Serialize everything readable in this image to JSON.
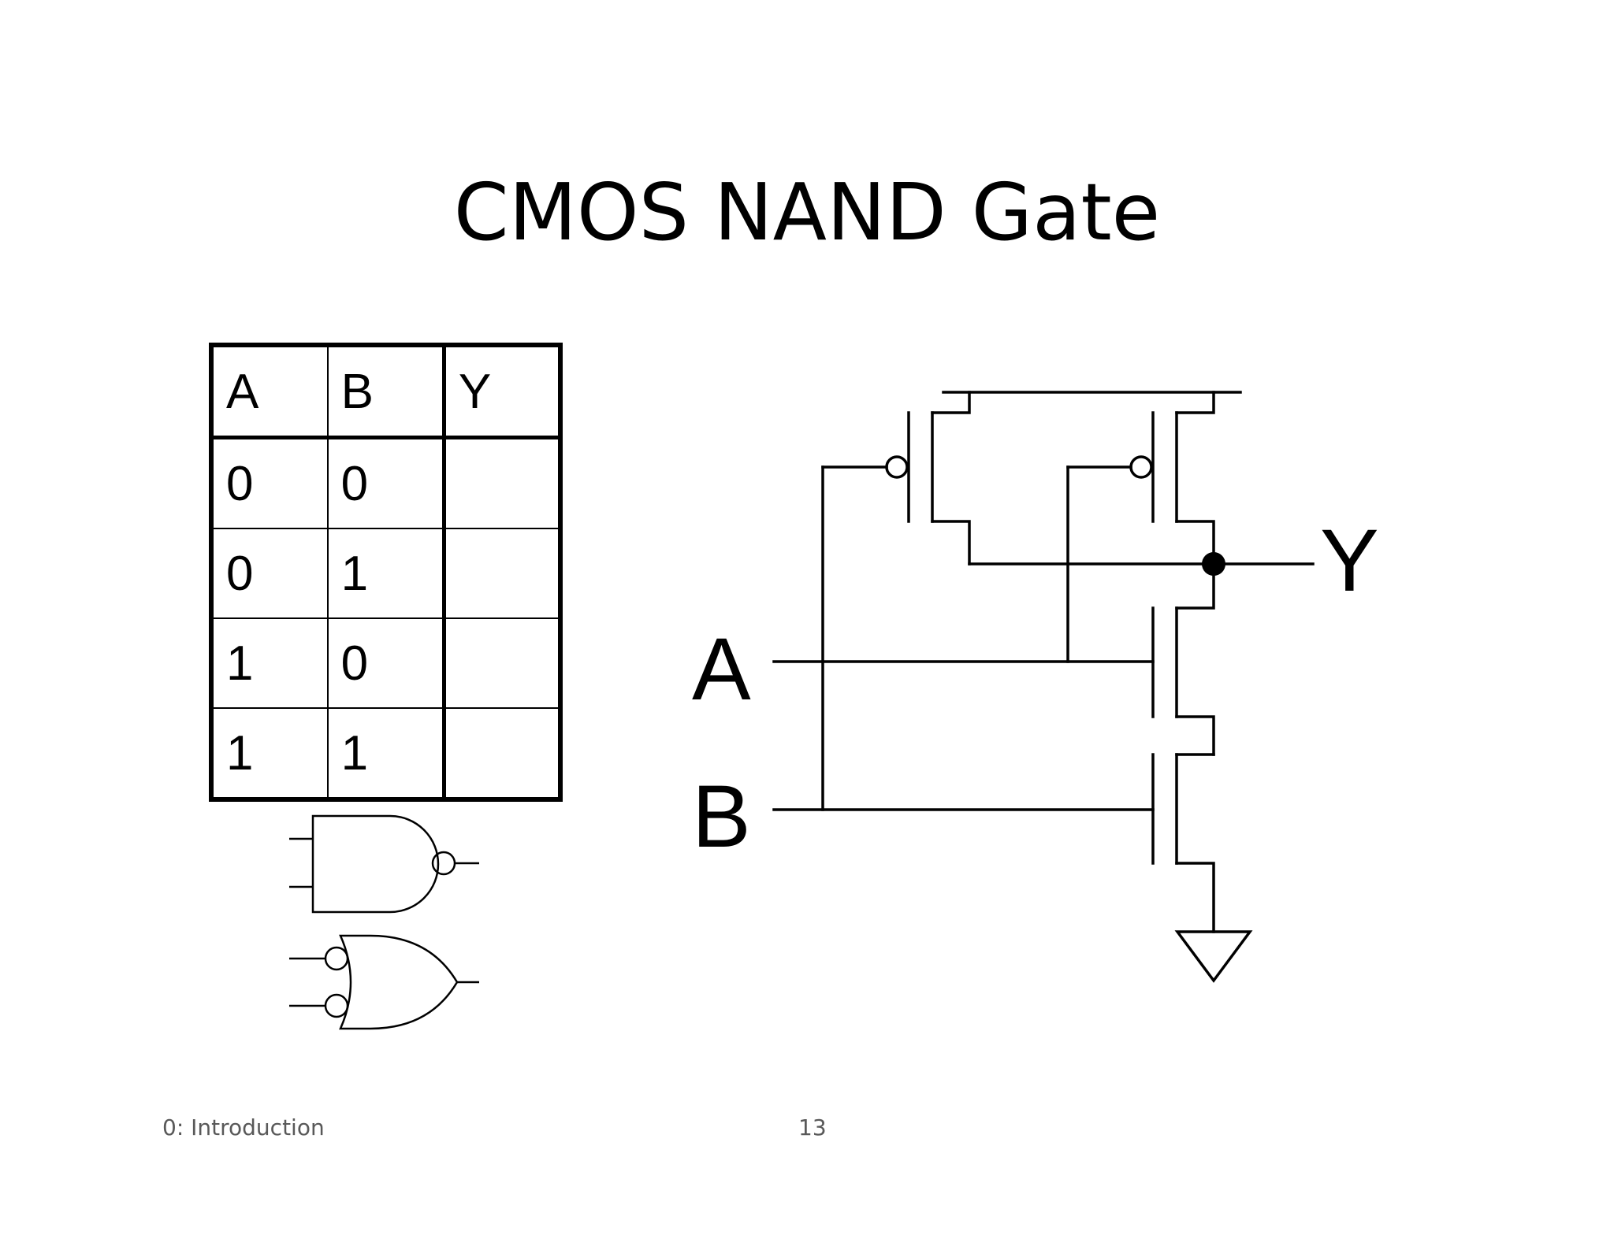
{
  "title": "CMOS NAND Gate",
  "truth_table": {
    "headers": [
      "A",
      "B",
      "Y"
    ],
    "rows": [
      [
        "0",
        "0",
        ""
      ],
      [
        "0",
        "1",
        ""
      ],
      [
        "1",
        "0",
        ""
      ],
      [
        "1",
        "1",
        ""
      ]
    ]
  },
  "circuit": {
    "labels": {
      "input_a": "A",
      "input_b": "B",
      "output_y": "Y"
    }
  },
  "footer": {
    "section": "0: Introduction",
    "page": "13"
  }
}
